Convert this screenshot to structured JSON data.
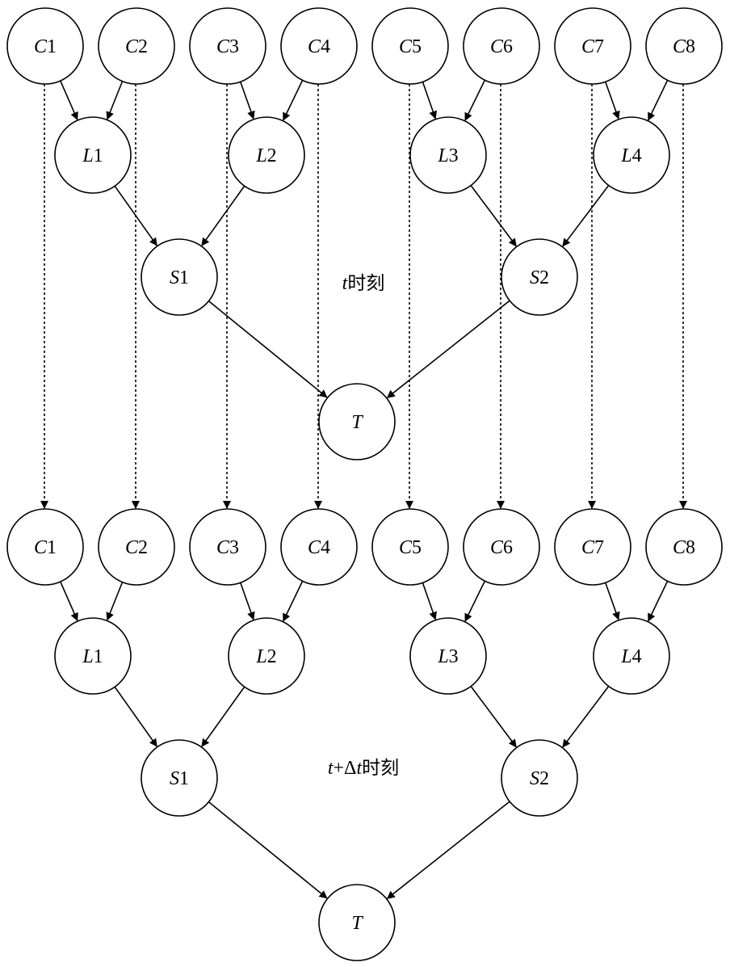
{
  "panels": [
    {
      "time_label": {
        "italic": "t",
        "rest": "时刻"
      },
      "nodes": [
        "C1",
        "C2",
        "C3",
        "C4",
        "C5",
        "C6",
        "C7",
        "C8",
        "L1",
        "L2",
        "L3",
        "L4",
        "S1",
        "S2",
        "T"
      ]
    },
    {
      "time_label": {
        "prefix_italic": "t",
        "mid": "+Δ",
        "italic": "t",
        "rest": "时刻"
      },
      "nodes": [
        "C1",
        "C2",
        "C3",
        "C4",
        "C5",
        "C6",
        "C7",
        "C8",
        "L1",
        "L2",
        "L3",
        "L4",
        "S1",
        "S2",
        "T"
      ]
    }
  ],
  "edges": [
    [
      "C1",
      "L1"
    ],
    [
      "C2",
      "L1"
    ],
    [
      "C3",
      "L2"
    ],
    [
      "C4",
      "L2"
    ],
    [
      "C5",
      "L3"
    ],
    [
      "C6",
      "L3"
    ],
    [
      "C7",
      "L4"
    ],
    [
      "C8",
      "L4"
    ],
    [
      "L1",
      "S1"
    ],
    [
      "L2",
      "S1"
    ],
    [
      "L3",
      "S2"
    ],
    [
      "L4",
      "S2"
    ],
    [
      "S1",
      "T"
    ],
    [
      "S2",
      "T"
    ]
  ],
  "temporal_edges": [
    "C1",
    "C2",
    "C3",
    "C4",
    "C5",
    "C6",
    "C7",
    "C8"
  ],
  "temporal_edge_style": "dotted"
}
